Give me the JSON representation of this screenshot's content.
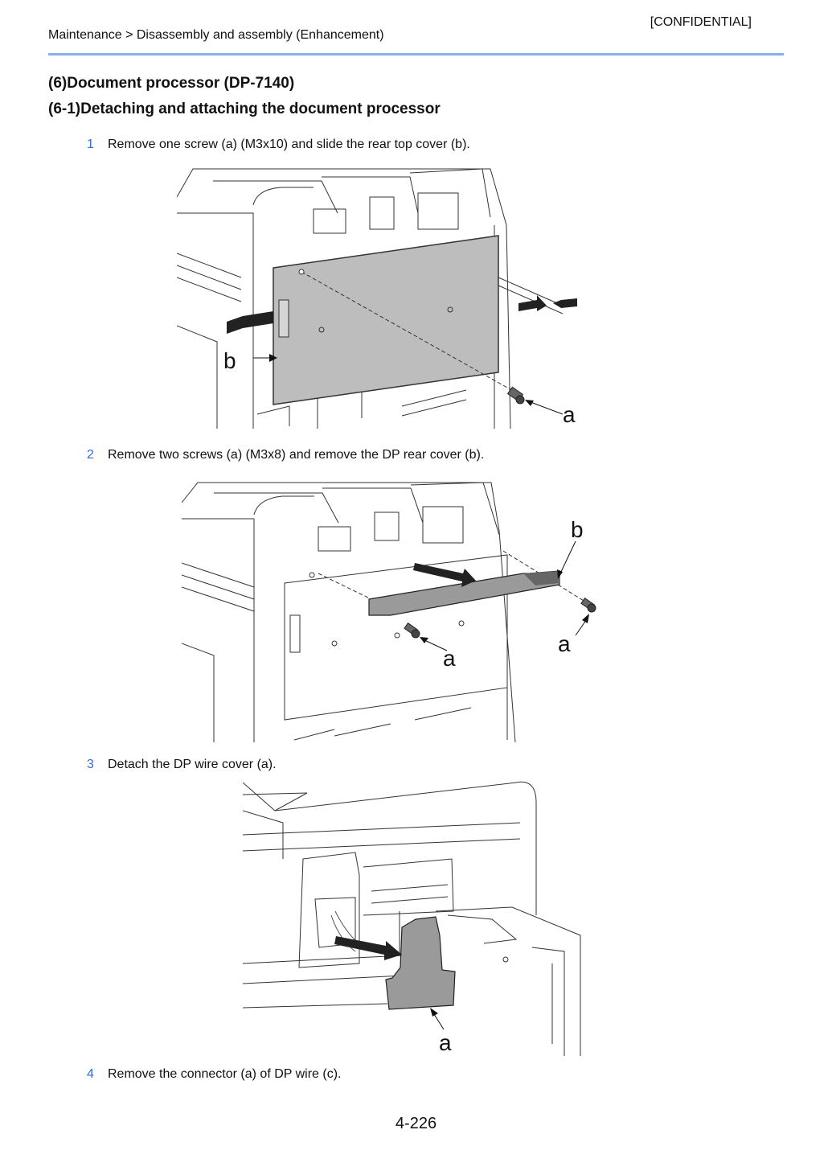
{
  "header": {
    "confidential": "[CONFIDENTIAL]",
    "breadcrumb": "Maintenance > Disassembly and assembly (Enhancement)"
  },
  "section": {
    "title": "(6)Document processor (DP-7140)",
    "subtitle": "(6-1)Detaching and attaching the document processor"
  },
  "steps": [
    {
      "number": "1",
      "text": "Remove one screw (a) (M3x10) and slide the rear top cover (b).",
      "labels": [
        "b",
        "a"
      ]
    },
    {
      "number": "2",
      "text": "Remove two screws (a) (M3x8) and remove the DP rear cover (b).",
      "labels": [
        "b",
        "a",
        "a"
      ]
    },
    {
      "number": "3",
      "text": "Detach the DP wire cover (a).",
      "labels": [
        "a"
      ]
    },
    {
      "number": "4",
      "text": "Remove the connector (a) of DP wire (c)."
    }
  ],
  "footer": {
    "page_number": "4-226"
  },
  "colors": {
    "accent": "#2e6fd6",
    "rule": "#8aaee6",
    "part_fill": "#bdbdbd"
  }
}
